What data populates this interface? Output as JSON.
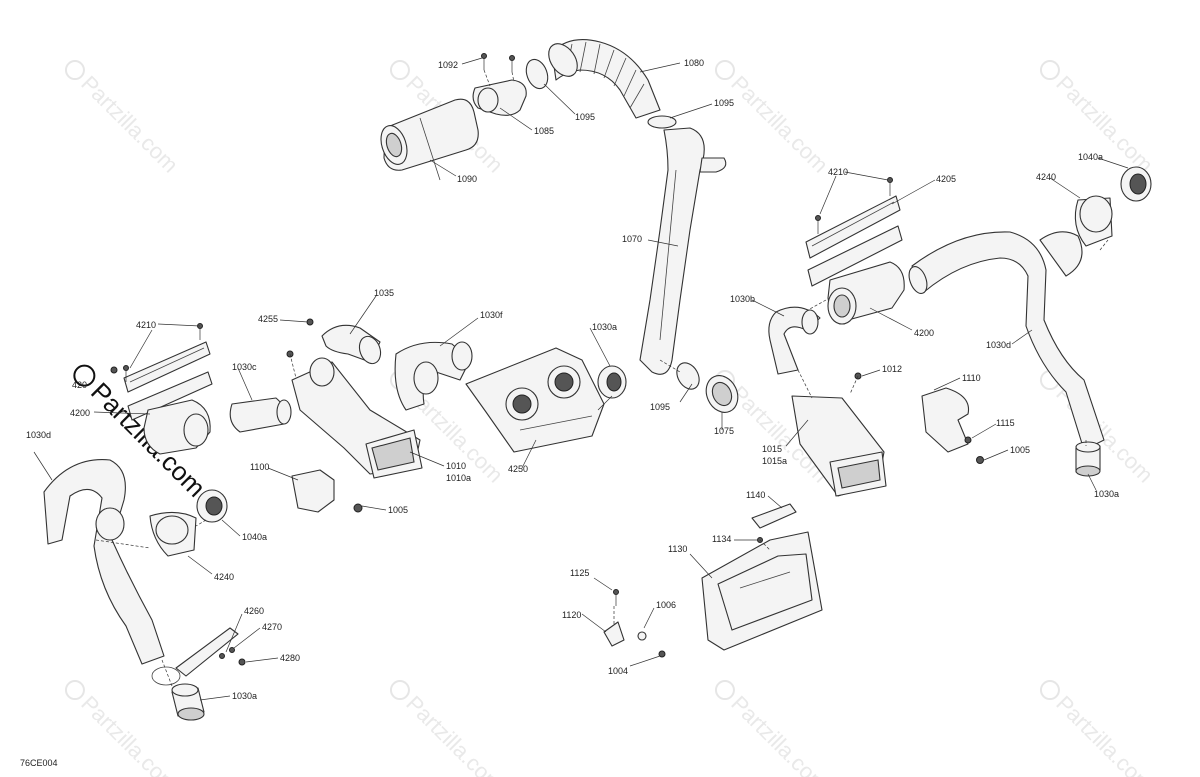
{
  "diagram": {
    "code": "76CE004",
    "watermark": "Partzilla.com",
    "labels": {
      "p1092": "1092",
      "p1080": "1080",
      "p1095a": "1095",
      "p1095b": "1095",
      "p1095c": "1095",
      "p1085": "1085",
      "p1090": "1090",
      "p1070": "1070",
      "p4210a": "4210",
      "p4205": "4205",
      "p1040a_r": "1040a",
      "p4240_r": "4240",
      "p1030b": "1030b",
      "p4200_r": "4200",
      "p1030d_r": "1030d",
      "p1035": "1035",
      "p4255": "4255",
      "p1030f": "1030f",
      "p1030a_m": "1030a",
      "p4210b": "4210",
      "p1030c": "1030c",
      "p4200_l": "4200",
      "p1030d_l": "1030d",
      "p4250": "4250",
      "p1010": "1010",
      "p1010a": "1010a",
      "p1075": "1075",
      "p1012": "1012",
      "p1110": "1110",
      "p1115": "1115",
      "p1005_r": "1005",
      "p1015": "1015",
      "p1015a": "1015a",
      "p1030a_r": "1030a",
      "p1100": "1100",
      "p1005_l": "1005",
      "p1040a_l": "1040a",
      "p4240_l": "4240",
      "p1140": "1140",
      "p1134": "1134",
      "p1130": "1130",
      "p1125": "1125",
      "p1006": "1006",
      "p1120": "1120",
      "p1004": "1004",
      "p4260": "4260",
      "p4270": "4270",
      "p4280": "4280",
      "p1030a_l": "1030a",
      "p420x": "420"
    }
  }
}
